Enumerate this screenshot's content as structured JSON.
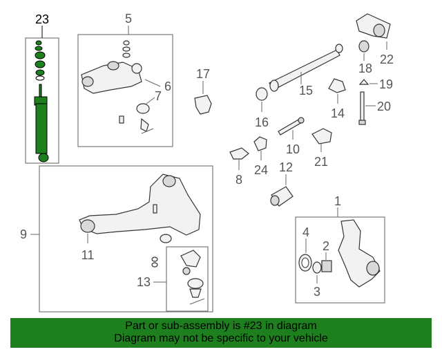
{
  "callouts": {
    "c1": "1",
    "c2": "2",
    "c3": "3",
    "c4": "4",
    "c5": "5",
    "c6": "6",
    "c7": "7",
    "c8": "8",
    "c9": "9",
    "c10": "10",
    "c11": "11",
    "c12": "12",
    "c13": "13",
    "c14": "14",
    "c15": "15",
    "c16": "16",
    "c17": "17",
    "c18": "18",
    "c19": "19",
    "c20": "20",
    "c21": "21",
    "c22": "22",
    "c23": "23",
    "c24": "24"
  },
  "highlight": {
    "part": "23",
    "color": "#1e7f1e"
  },
  "banner": {
    "line1": "Part or sub-assembly is #23 in diagram",
    "line2": "Diagram may not be specific to your vehicle",
    "background": "#1e7f1e"
  }
}
